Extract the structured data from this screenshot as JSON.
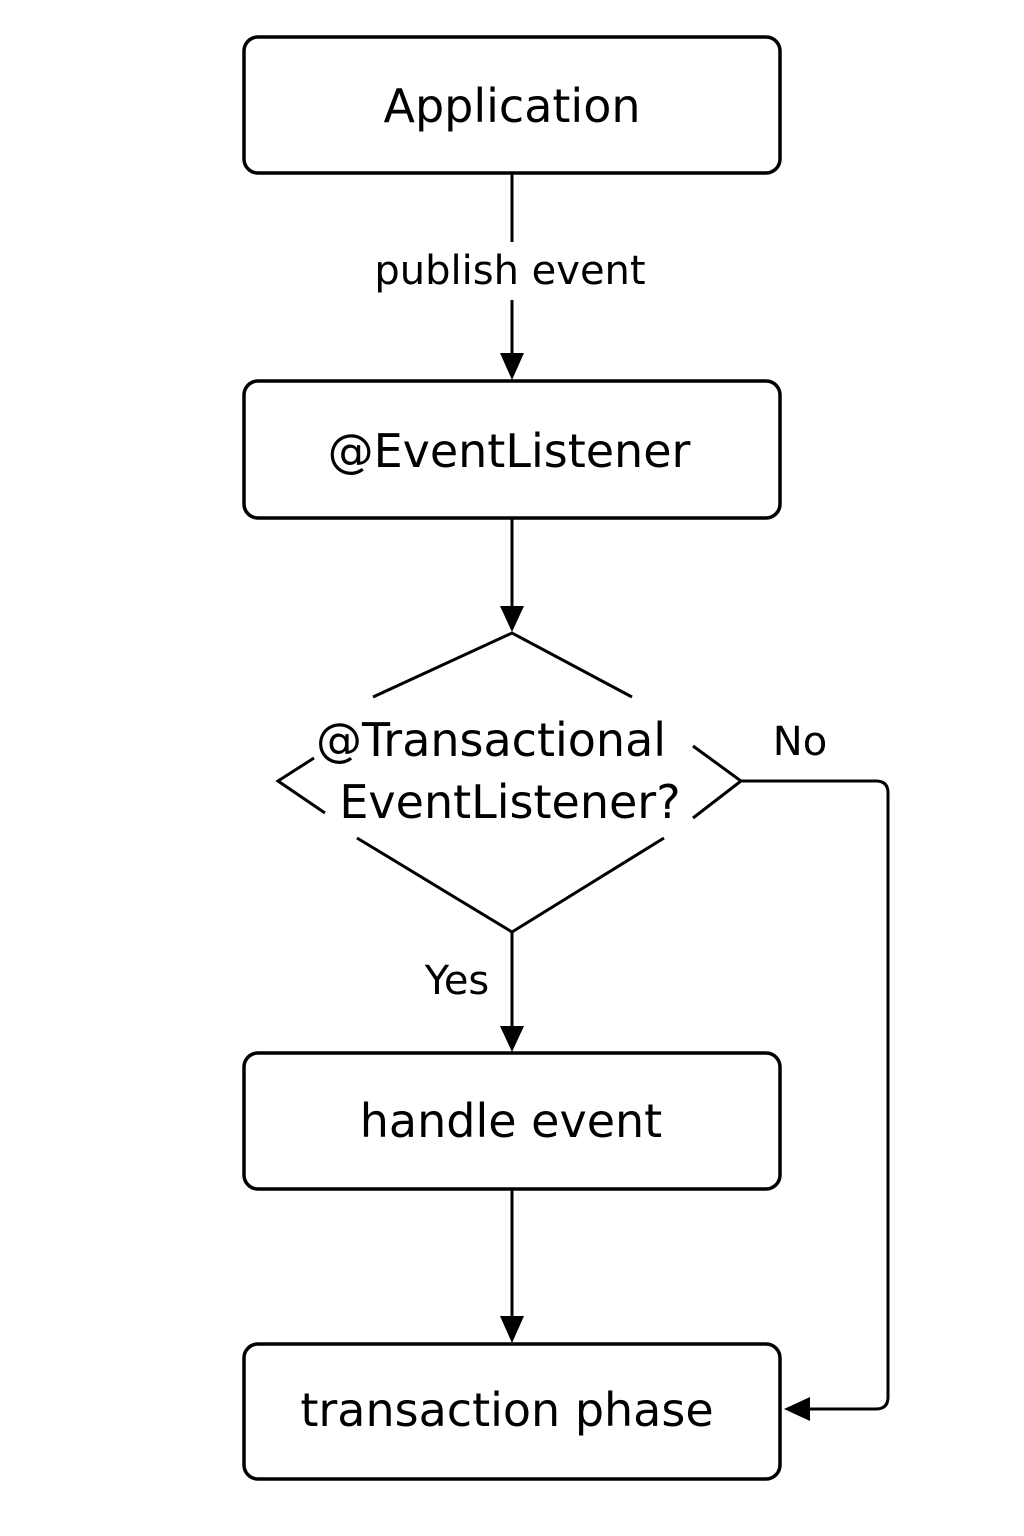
{
  "diagram": {
    "nodes": {
      "application": "Application",
      "event_listener": "@EventListener",
      "decision_line1": "@Transactional",
      "decision_line2": "EventListener?",
      "handle_event": "handle event",
      "transaction_phase": "transaction phase"
    },
    "edges": {
      "publish": "publish event",
      "yes": "Yes",
      "no": "No"
    }
  }
}
